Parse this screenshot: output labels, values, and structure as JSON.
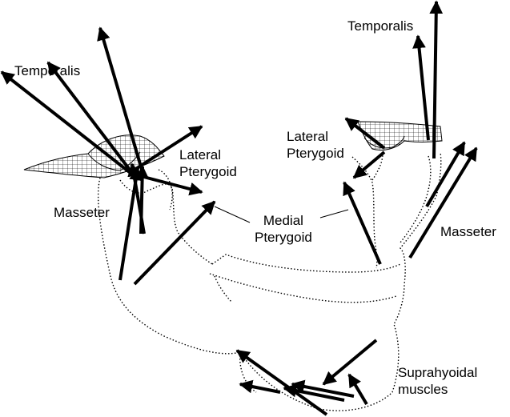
{
  "colors": {
    "ink": "#000000",
    "background": "#ffffff"
  },
  "labels": {
    "temporalis_left": "Temporalis",
    "temporalis_right": "Temporalis",
    "lateral_pterygoid_left": [
      "Lateral",
      "Pterygoid"
    ],
    "lateral_pterygoid_right": [
      "Lateral",
      "Pterygoid"
    ],
    "masseter_left": "Masseter",
    "masseter_right": "Masseter",
    "medial_pterygoid": [
      "Medial",
      "Pterygoid"
    ],
    "suprahyoidal": [
      "Suprahyoidal",
      "muscles"
    ]
  },
  "icons": {
    "force_vector": "arrow-icon",
    "condyle_surface": "mesh-surface-icon"
  }
}
